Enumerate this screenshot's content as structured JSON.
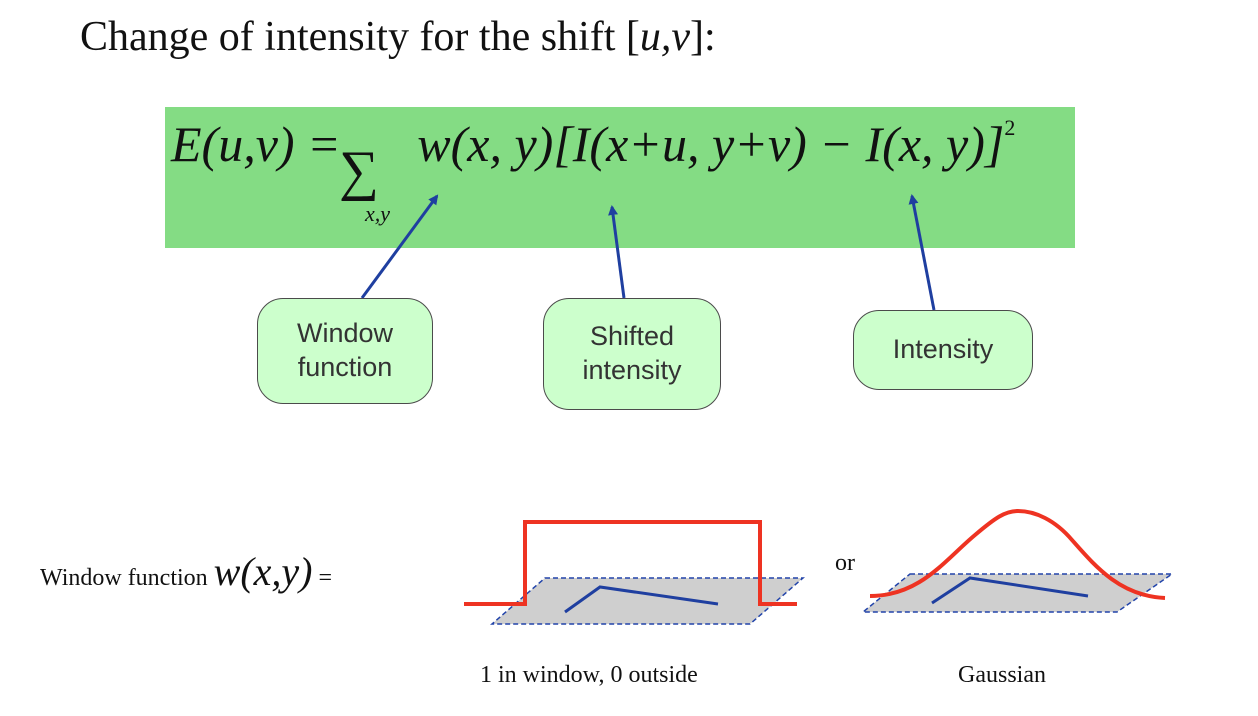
{
  "heading": {
    "prefix": "Change of intensity for the shift [",
    "vars": "u,v",
    "suffix": "]:"
  },
  "formula": {
    "lhs": "E(u,v) = ",
    "sigma": "∑",
    "body": "w(x, y)[I(x+u, y+v) − I(x, y)]",
    "exponent": "2",
    "sum_subscript": "x,y"
  },
  "callouts": {
    "window": [
      "Window",
      "function"
    ],
    "shifted": [
      "Shifted",
      "intensity"
    ],
    "intensity": "Intensity"
  },
  "window_function": {
    "label_text": "Window function ",
    "label_math": "w(x,y)",
    "label_eq": " =",
    "or": "or",
    "box_caption": "1 in window, 0 outside",
    "gaussian_caption": "Gaussian"
  },
  "colors": {
    "formula_bg": "#84dc84",
    "callout_bg": "#ccffcc",
    "arrow": "#1f3fa0",
    "curve": "#ee3322",
    "plane": "#cfcfcf",
    "plane_edge": "#2244aa"
  }
}
